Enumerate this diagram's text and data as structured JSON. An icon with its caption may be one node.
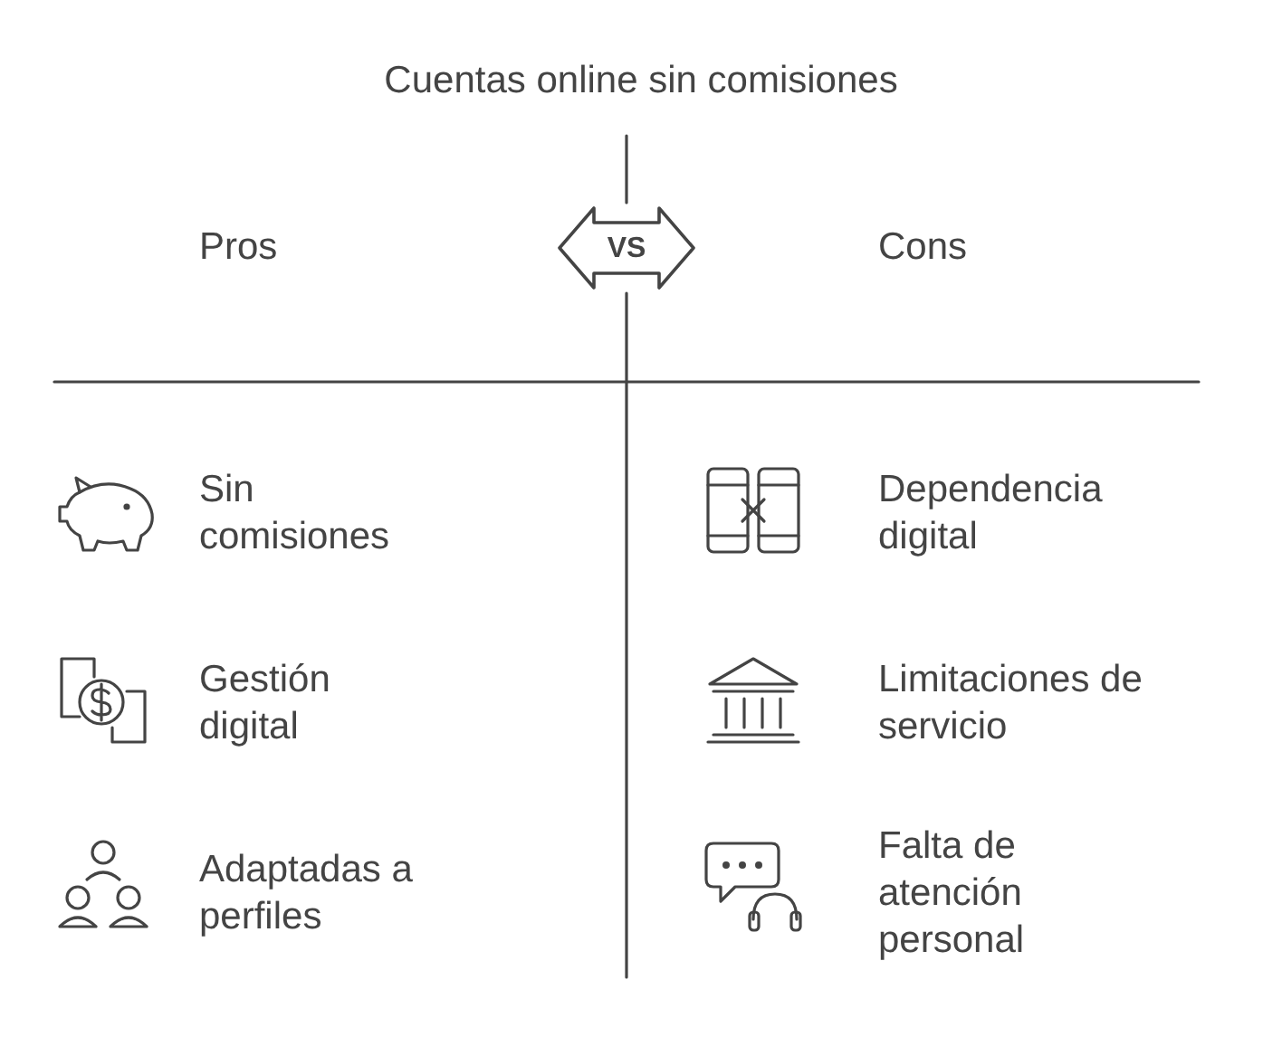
{
  "diagram": {
    "title": "Cuentas online sin comisiones",
    "labels": [
      "Pros",
      "VS",
      "Cons",
      "Sin comisiones",
      "Dependencia digital",
      "Gestión digital",
      "Limitaciones de servicio",
      "Adaptadas a perfiles",
      "Falta de atención personal"
    ]
  }
}
